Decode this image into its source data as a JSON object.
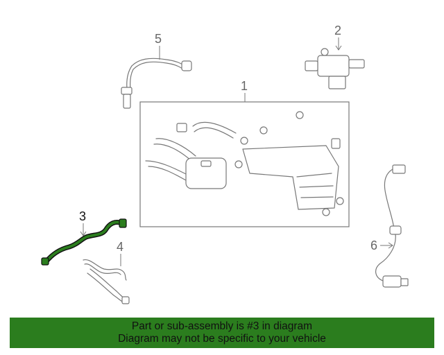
{
  "diagram": {
    "callouts": [
      {
        "id": "1",
        "label": "1"
      },
      {
        "id": "2",
        "label": "2"
      },
      {
        "id": "3",
        "label": "3",
        "highlighted": true
      },
      {
        "id": "4",
        "label": "4"
      },
      {
        "id": "5",
        "label": "5"
      },
      {
        "id": "6",
        "label": "6"
      }
    ],
    "highlight_color": "#2b7d1e"
  },
  "banner": {
    "line1": "Part or sub-assembly is #3 in diagram",
    "line2": "Diagram may not be specific to your vehicle",
    "background": "#2b7d1e"
  }
}
